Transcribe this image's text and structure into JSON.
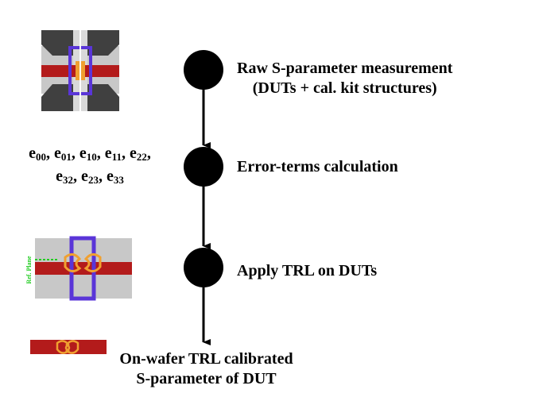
{
  "steps": [
    {
      "label_line1": "Raw S-parameter measurement",
      "label_line2": "(DUTs + cal. kit structures)"
    },
    {
      "label_line1": "Error-terms calculation"
    },
    {
      "label_line1": "Apply TRL on DUTs"
    },
    {
      "label_line1": "On-wafer TRL calibrated",
      "label_line2": "S-parameter of DUT"
    }
  ],
  "error_terms": {
    "line1": [
      {
        "base": "e",
        "sub": "00"
      },
      {
        "base": "e",
        "sub": "01"
      },
      {
        "base": "e",
        "sub": "10"
      },
      {
        "base": "e",
        "sub": "11"
      },
      {
        "base": "e",
        "sub": "22"
      }
    ],
    "line2": [
      {
        "base": "e",
        "sub": "32"
      },
      {
        "base": "e",
        "sub": "23"
      },
      {
        "base": "e",
        "sub": "33"
      }
    ]
  },
  "ref_plane_label": "Ref. Plane",
  "colors": {
    "node": "#000000",
    "trace_red": "#b31b1b",
    "substrate_gray": "#c8c8c8",
    "probe_dark": "#404040",
    "via_blue": "#5a35d8",
    "dut_orange": "#f0a030",
    "ref_plane_green": "#22cc22"
  }
}
